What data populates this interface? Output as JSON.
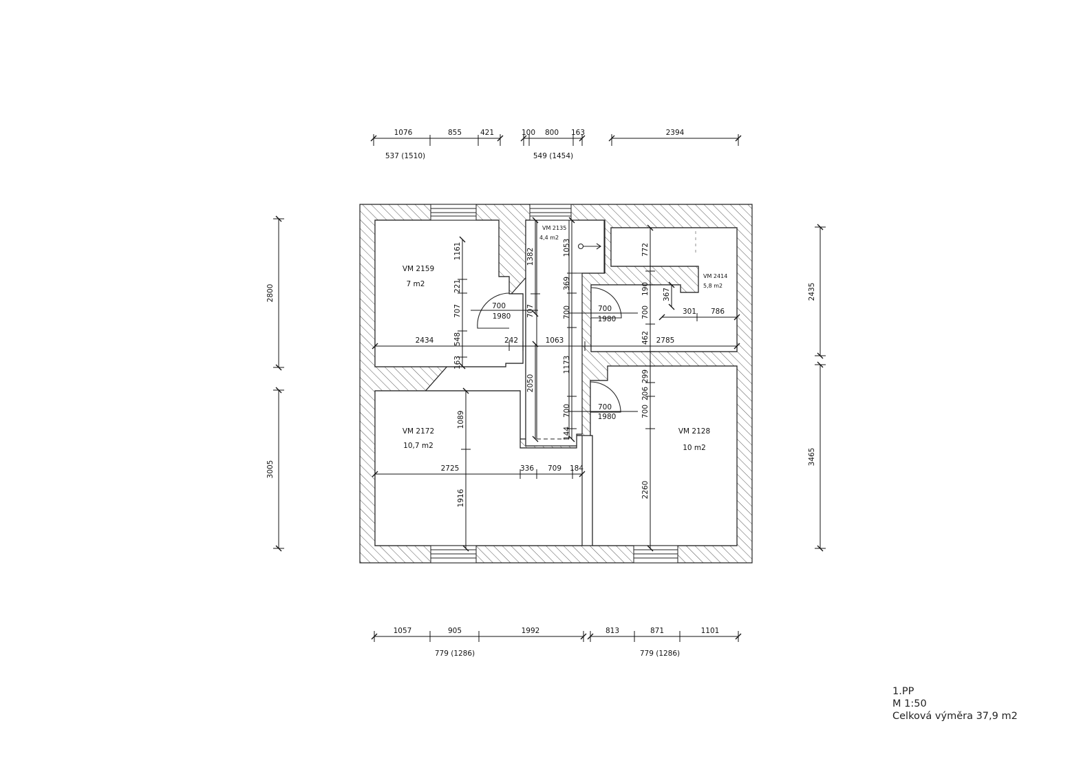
{
  "plan_info": {
    "floor": "1.PP",
    "scale": "M 1:50",
    "total_area": "Celková výměra 37,9 m2"
  },
  "rooms": [
    {
      "code": "VM 2159",
      "area": "7 m2"
    },
    {
      "code": "VM 2172",
      "area": "10,7 m2"
    },
    {
      "code": "VM 2135",
      "area": "4,4 m2"
    },
    {
      "code": "VM 2414",
      "area": "5,8 m2"
    },
    {
      "code": "VM 2128",
      "area": "10 m2"
    }
  ],
  "doors": [
    {
      "width": "700",
      "height": "1980"
    },
    {
      "width": "700",
      "height": "1980"
    },
    {
      "width": "700",
      "height": "1980"
    }
  ],
  "dimensions": {
    "top": [
      "1076",
      "855",
      "421",
      "100",
      "800",
      "163",
      "2394"
    ],
    "top_windows": [
      "537 (1510)",
      "549 (1454)"
    ],
    "bottom": [
      "1057",
      "905",
      "1992",
      "813",
      "871",
      "1101"
    ],
    "bottom_windows": [
      "779 (1286)",
      "779 (1286)"
    ],
    "left": [
      "2800",
      "3005"
    ],
    "right": [
      "2435",
      "3465"
    ],
    "interior": {
      "d1161": "1161",
      "d221": "221",
      "d707a": "707",
      "d548": "548",
      "d163": "163",
      "d1382": "1382",
      "d707b": "707",
      "d2050": "2050",
      "d1053": "1053",
      "d369": "369",
      "d700a": "700",
      "d1173": "1173",
      "d700b": "700",
      "d144": "144",
      "d772": "772",
      "d190": "190",
      "d367": "367",
      "d700c": "700",
      "d462": "462",
      "d206": "206",
      "d299": "299",
      "d700d": "700",
      "d2260": "2260",
      "d301": "301",
      "d786": "786",
      "d2434": "2434",
      "d242": "242",
      "d1063": "1063",
      "d2785": "2785",
      "d1089": "1089",
      "d1916": "1916",
      "d2725": "2725",
      "d336": "336",
      "d709": "709",
      "d184": "184"
    }
  }
}
